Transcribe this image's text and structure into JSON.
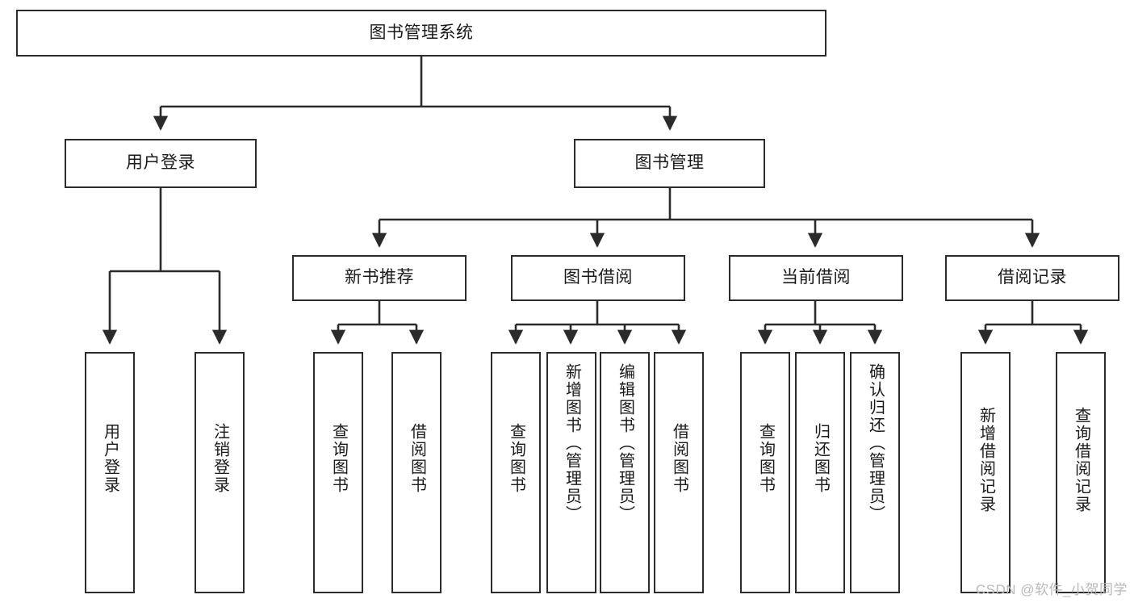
{
  "diagram": {
    "title": "图书管理系统",
    "watermark": "CSDN @软件_小贺同学",
    "colors": {
      "stroke": "#2b2b2b",
      "fill": "#ffffff",
      "text": "#1a1a1a",
      "watermark": "#b9b9b9"
    },
    "nodes": {
      "root": {
        "label": "图书管理系统"
      },
      "level2": [
        {
          "label": "用户登录"
        },
        {
          "label": "图书管理"
        }
      ],
      "level3": [
        {
          "label": "新书推荐"
        },
        {
          "label": "图书借阅"
        },
        {
          "label": "当前借阅"
        },
        {
          "label": "借阅记录"
        }
      ],
      "leaves": {
        "user_login": [
          {
            "label": "用户登录"
          },
          {
            "label": "注销登录"
          }
        ],
        "new_book_recommend": [
          {
            "label": "查询图书"
          },
          {
            "label": "借阅图书"
          }
        ],
        "book_borrow": [
          {
            "label": "查询图书"
          },
          {
            "label": "新增图书（管理员）"
          },
          {
            "label": "编辑图书（管理员）"
          },
          {
            "label": "借阅图书"
          }
        ],
        "current_borrow": [
          {
            "label": "查询图书"
          },
          {
            "label": "归还图书"
          },
          {
            "label": "确认归还（管理员）"
          }
        ],
        "borrow_record": [
          {
            "label": "新增借阅记录"
          },
          {
            "label": "查询借阅记录"
          }
        ]
      }
    }
  }
}
